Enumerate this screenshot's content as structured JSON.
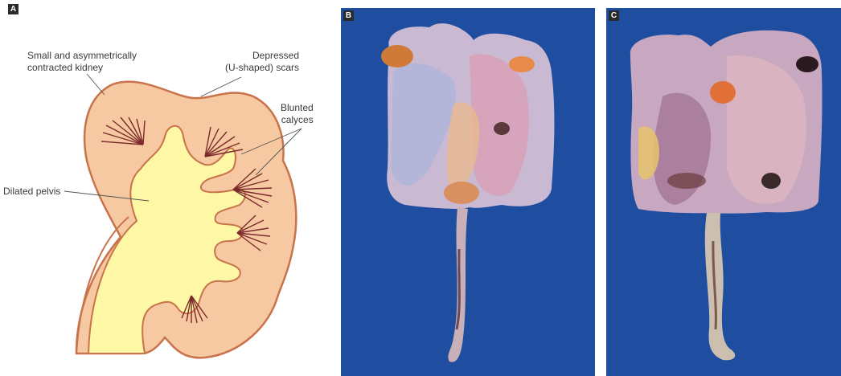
{
  "panels": {
    "a": {
      "letter": "A",
      "labels": {
        "small_kidney_line1": "Small and asymmetrically",
        "small_kidney_line2": "contracted kidney",
        "depressed_line1": "Depressed",
        "depressed_line2": "(U-shaped) scars",
        "blunted_line1": "Blunted",
        "blunted_line2": "calyces",
        "dilated_pelvis": "Dilated pelvis"
      },
      "colors": {
        "kidney_fill": "#f7c9a2",
        "kidney_outline": "#c8734a",
        "pelvis_fill": "#fdf7a6",
        "papilla_lines": "#7a2a2a"
      }
    },
    "b": {
      "letter": "B",
      "background": "#1f4ea0"
    },
    "c": {
      "letter": "C",
      "background": "#1f4ea0"
    }
  }
}
